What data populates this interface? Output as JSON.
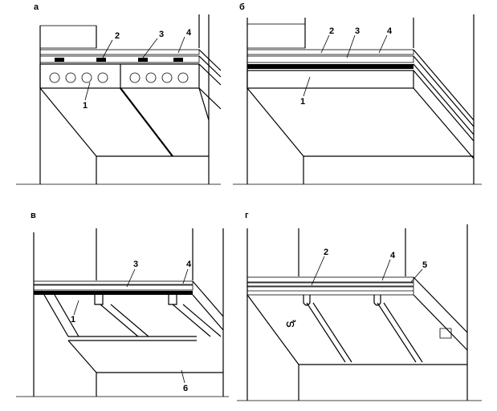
{
  "figure": {
    "panels": [
      {
        "id": "a",
        "letter": "а",
        "callouts": [
          "2",
          "3",
          "4",
          "1"
        ]
      },
      {
        "id": "b",
        "letter": "б",
        "callouts": [
          "2",
          "3",
          "4",
          "1"
        ]
      },
      {
        "id": "c",
        "letter": "в",
        "callouts": [
          "3",
          "4",
          "1",
          "6"
        ]
      },
      {
        "id": "d",
        "letter": "г",
        "callouts": [
          "2",
          "4",
          "5"
        ]
      }
    ]
  }
}
